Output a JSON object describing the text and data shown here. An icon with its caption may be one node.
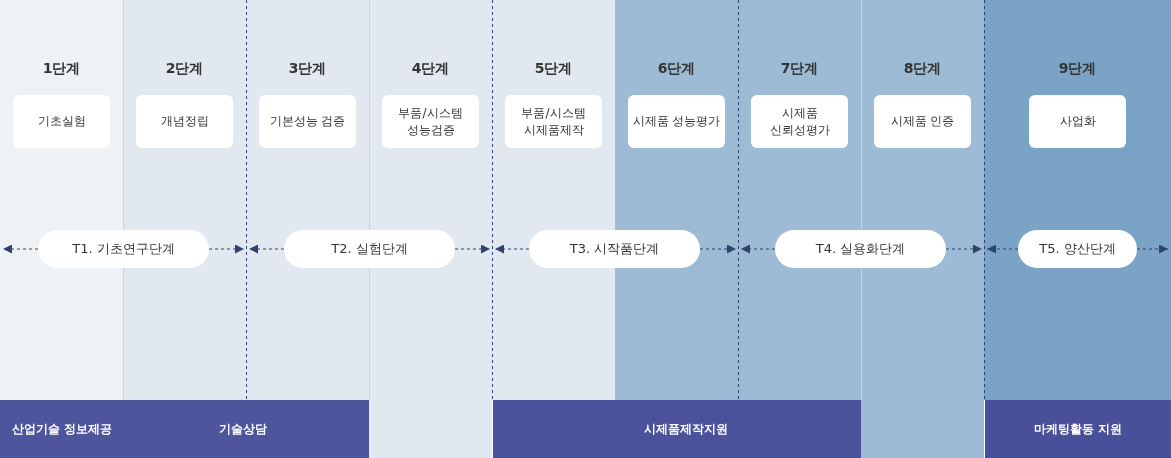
{
  "diagram": {
    "nodes": [
      {
        "text": [
          "1단계",
          "기초실험"
        ]
      },
      {
        "text": [
          "2단계",
          "개념정립"
        ]
      },
      {
        "text": [
          "3단계",
          "기본성능 검증"
        ]
      },
      {
        "text": [
          "4단계",
          "부품/시스템 성능검증"
        ]
      },
      {
        "text": [
          "5단계",
          "부품/시스템 시제품제작"
        ]
      },
      {
        "text": [
          "6단계",
          "시제품 성능평가"
        ]
      },
      {
        "text": [
          "7단계",
          "시제품 신뢰성평가"
        ]
      },
      {
        "text": [
          "8단계",
          "시제품 인증"
        ]
      },
      {
        "text": [
          "9단계",
          "사업화"
        ]
      },
      {
        "text": [
          "T1. 기초연구단계"
        ]
      },
      {
        "text": [
          "T2. 실험단계"
        ]
      },
      {
        "text": [
          "T3. 시작품단계"
        ]
      },
      {
        "text": [
          "T4. 실용화단계"
        ]
      },
      {
        "text": [
          "T5. 양산단계"
        ]
      },
      {
        "text": [
          "산업기술 정보제공",
          "기술상담"
        ]
      },
      {
        "text": [
          "시제품제작지원"
        ]
      },
      {
        "text": [
          "마케팅활동 지원"
        ]
      }
    ],
    "edges": [
      {
        "from": 9,
        "to": null,
        "arrow": "to",
        "style": "dashed"
      },
      {
        "from": 9,
        "to": null,
        "arrow": "to",
        "style": "dashed"
      },
      {
        "from": 10,
        "to": null,
        "arrow": "to",
        "style": "dashed"
      },
      {
        "from": 10,
        "to": null,
        "arrow": "to",
        "style": "dashed"
      },
      {
        "from": 11,
        "to": null,
        "arrow": "to",
        "style": "dashed"
      },
      {
        "from": 11,
        "to": null,
        "arrow": "to",
        "style": "dashed"
      },
      {
        "from": 12,
        "to": null,
        "arrow": "to",
        "style": "dashed"
      },
      {
        "from": 12,
        "to": null,
        "arrow": "to",
        "style": "dashed"
      },
      {
        "from": 13,
        "to": null,
        "arrow": "to",
        "style": "dashed"
      },
      {
        "from": 13,
        "to": null,
        "arrow": "to",
        "style": "dashed"
      }
    ]
  }
}
